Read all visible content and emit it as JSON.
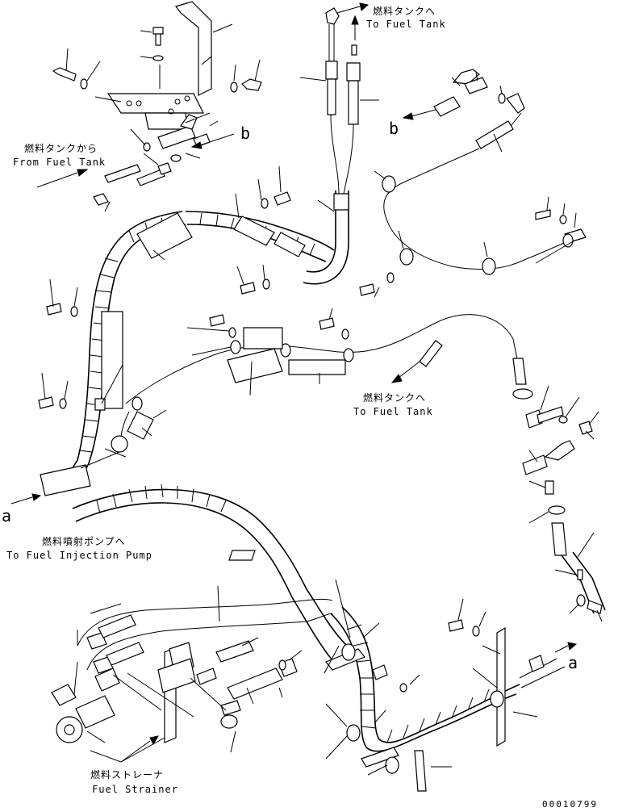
{
  "labels": {
    "to_fuel_tank_top_jp": "燃料タンクへ",
    "to_fuel_tank_top_en": "To Fuel Tank",
    "from_fuel_tank_jp": "燃料タンクから",
    "from_fuel_tank_en": "From Fuel Tank",
    "to_fuel_tank_mid_jp": "燃料タンクへ",
    "to_fuel_tank_mid_en": "To Fuel Tank",
    "to_injection_pump_jp": "燃料噴射ポンプへ",
    "to_injection_pump_en": "To Fuel Injection Pump",
    "fuel_strainer_jp": "燃料ストレーナ",
    "fuel_strainer_en": "Fuel Strainer"
  },
  "references": {
    "b_top": "b",
    "b_left": "b",
    "a_left": "a",
    "a_right": "a"
  },
  "document_number": "00010799"
}
